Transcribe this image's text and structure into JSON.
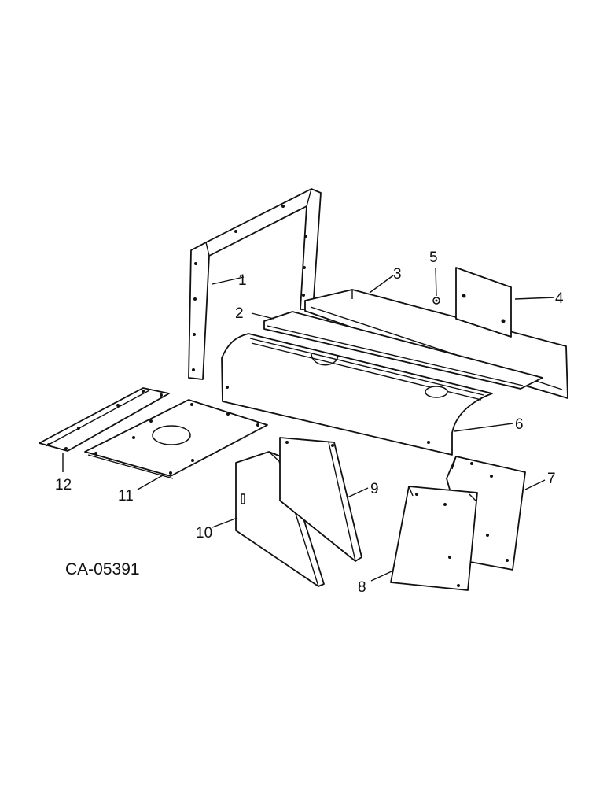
{
  "diagram_code": "CA-05391",
  "callouts": [
    "1",
    "2",
    "3",
    "4",
    "5",
    "6",
    "7",
    "8",
    "9",
    "10",
    "11",
    "12"
  ],
  "colors": {
    "line": "#111111",
    "paper": "#ffffff"
  }
}
